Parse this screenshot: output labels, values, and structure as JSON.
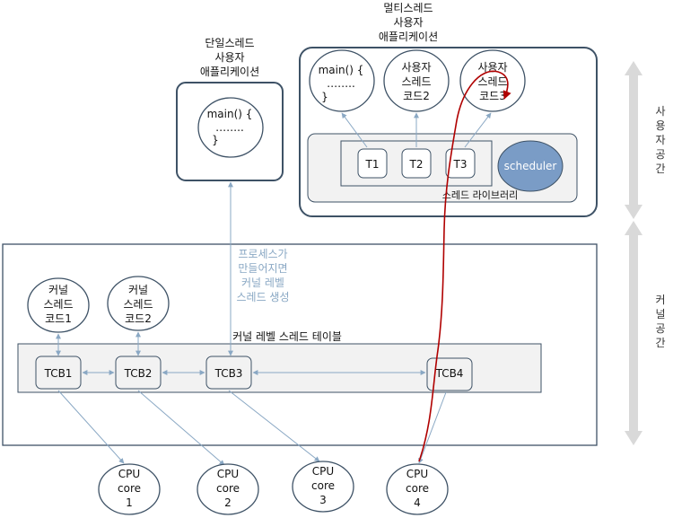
{
  "single_app": {
    "title": [
      "단일스레드",
      "사용자",
      "애플리케이션"
    ],
    "code": [
      "main() {",
      "……..",
      "}"
    ]
  },
  "multi_app": {
    "title": [
      "멀티스레드",
      "사용자",
      "애플리케이션"
    ],
    "main_code": [
      "main() {",
      "……..",
      "}"
    ],
    "user_code2": [
      "사용자",
      "스레드",
      "코드2"
    ],
    "user_code3": [
      "사용자",
      "스레드",
      "코드3"
    ],
    "threads": [
      "T1",
      "T2",
      "T3"
    ],
    "scheduler": "scheduler",
    "library_label": "스레드 라이브러리"
  },
  "kernel": {
    "process_note": [
      "프로세스가",
      "만들어지면",
      "커널 레벨",
      "스레드 생성"
    ],
    "kernel_code1": [
      "커널",
      "스레드",
      "코드1"
    ],
    "kernel_code2": [
      "커널",
      "스레드",
      "코드2"
    ],
    "table_label": "커널 레벨 스레드 테이블",
    "tcbs": [
      "TCB1",
      "TCB2",
      "TCB3",
      "TCB4"
    ]
  },
  "cpus": [
    [
      "CPU",
      "core",
      "1"
    ],
    [
      "CPU",
      "core",
      "2"
    ],
    [
      "CPU",
      "core",
      "3"
    ],
    [
      "CPU",
      "core",
      "4"
    ]
  ],
  "side_labels": {
    "user_space": [
      "사",
      "용",
      "자",
      "공",
      "간"
    ],
    "kernel_space": [
      "커",
      "널",
      "공",
      "간"
    ]
  },
  "colors": {
    "arrow": "#8aa8c4",
    "scheduler_fill": "#7a9cc6",
    "red_path": "#b00000",
    "panel": "#f2f2f2",
    "border": "#3e5266",
    "side_arrow": "#d9d9d9"
  }
}
